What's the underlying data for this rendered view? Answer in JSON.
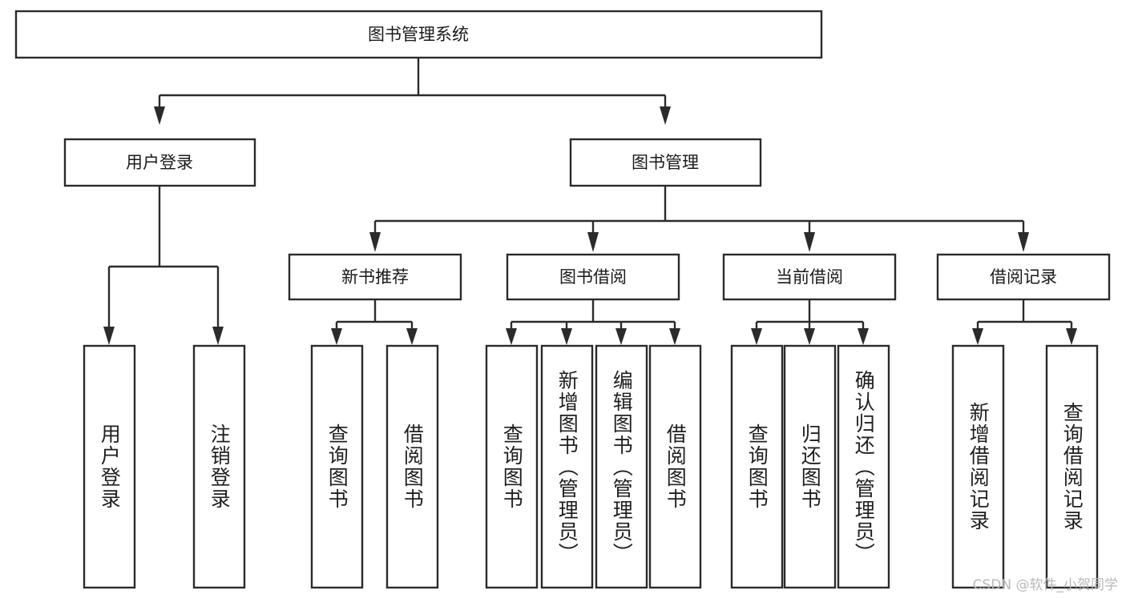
{
  "diagram": {
    "title": "图书管理系统",
    "type": "tree",
    "orientation": "top-down",
    "watermark": "CSDN @软件_小贺同学",
    "colors": {
      "stroke": "#2b2b2b",
      "box_fill": "#ffffff",
      "text": "#1a1a1a",
      "background": "#ffffff",
      "watermark": "#b9b9b9"
    },
    "root": {
      "id": "root",
      "label": "图书管理系统"
    },
    "level2": [
      {
        "id": "user-login",
        "label": "用户登录"
      },
      {
        "id": "book-manage",
        "label": "图书管理"
      }
    ],
    "level3": [
      {
        "id": "new-book-recommend",
        "label": "新书推荐",
        "parent": "book-manage"
      },
      {
        "id": "book-borrow",
        "label": "图书借阅",
        "parent": "book-manage"
      },
      {
        "id": "current-borrow",
        "label": "当前借阅",
        "parent": "book-manage"
      },
      {
        "id": "borrow-record",
        "label": "借阅记录",
        "parent": "book-manage"
      }
    ],
    "leaves": [
      {
        "id": "leaf-user-login",
        "label": "用户登录",
        "parent": "user-login"
      },
      {
        "id": "leaf-logout-login",
        "label": "注销登录",
        "parent": "user-login"
      },
      {
        "id": "leaf-query-book-1",
        "label": "查询图书",
        "parent": "new-book-recommend"
      },
      {
        "id": "leaf-borrow-book-1",
        "label": "借阅图书",
        "parent": "new-book-recommend"
      },
      {
        "id": "leaf-query-book-2",
        "label": "查询图书",
        "parent": "book-borrow"
      },
      {
        "id": "leaf-add-book",
        "label": "新增图书（管理员）",
        "parent": "book-borrow"
      },
      {
        "id": "leaf-edit-book",
        "label": "编辑图书（管理员）",
        "parent": "book-borrow"
      },
      {
        "id": "leaf-borrow-book-2",
        "label": "借阅图书",
        "parent": "book-borrow"
      },
      {
        "id": "leaf-query-book-3",
        "label": "查询图书",
        "parent": "current-borrow"
      },
      {
        "id": "leaf-return-book",
        "label": "归还图书",
        "parent": "current-borrow"
      },
      {
        "id": "leaf-confirm-return",
        "label": "确认归还（管理员）",
        "parent": "current-borrow"
      },
      {
        "id": "leaf-add-record",
        "label": "新增借阅记录",
        "parent": "borrow-record"
      },
      {
        "id": "leaf-query-record",
        "label": "查询借阅记录",
        "parent": "borrow-record"
      }
    ]
  }
}
